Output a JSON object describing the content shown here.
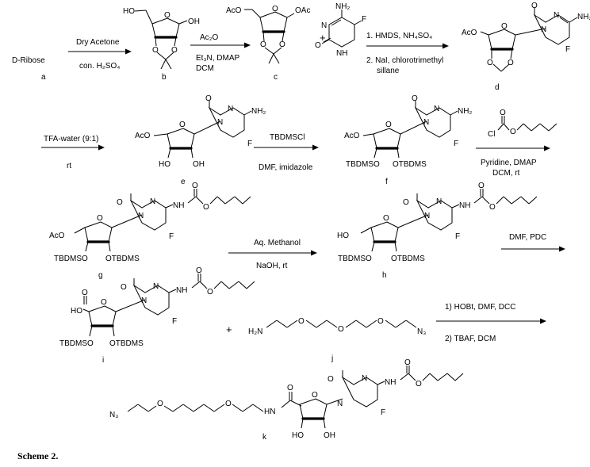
{
  "caption": "Scheme 2.",
  "compound_labels": [
    "a",
    "b",
    "c",
    "d",
    "e",
    "f",
    "g",
    "h",
    "i",
    "j",
    "k"
  ],
  "starting_material": "D-Ribose",
  "reactions": [
    {
      "step": "a-b",
      "above": "Dry Acetone",
      "below": "con. H₂SO₄"
    },
    {
      "step": "b-c",
      "above": "Ac₂O",
      "below": [
        "Et₃N, DMAP",
        "DCM"
      ]
    },
    {
      "step": "c-d",
      "above": "1. HMDS, NH₄SO₄",
      "below": [
        "2. NaI, chlorotrimethyl",
        "sillane"
      ]
    },
    {
      "step": "d-e",
      "above": "TFA-water (9:1)",
      "below": "rt"
    },
    {
      "step": "e-f",
      "above": "TBDMSCl",
      "below": "DMF, imidazole"
    },
    {
      "step": "f-g",
      "above": "Cl",
      "below": [
        "Pyridine, DMAP",
        "DCM, rt"
      ]
    },
    {
      "step": "g-h",
      "above": "Aq. Methanol",
      "below": "NaOH, rt"
    },
    {
      "step": "h-i",
      "above": "DMF, PDC",
      "below": ""
    },
    {
      "step": "i+j-k",
      "above": "1) HOBt, DMF, DCC",
      "below": "2) TBAF, DCM"
    }
  ],
  "plus_signs": [
    "+",
    "+"
  ],
  "atom_labels": {
    "OH": "OH",
    "HO": "HO",
    "O": "O",
    "OAc": "OAc",
    "AcO": "AcO",
    "NH2": "NH₂",
    "N": "N",
    "F": "F",
    "NH": "NH",
    "HN": "HN",
    "H2N": "H₂N",
    "N3": "N₃",
    "TBDMSO": "TBDMSO",
    "OTBDMS": "OTBDMS"
  }
}
